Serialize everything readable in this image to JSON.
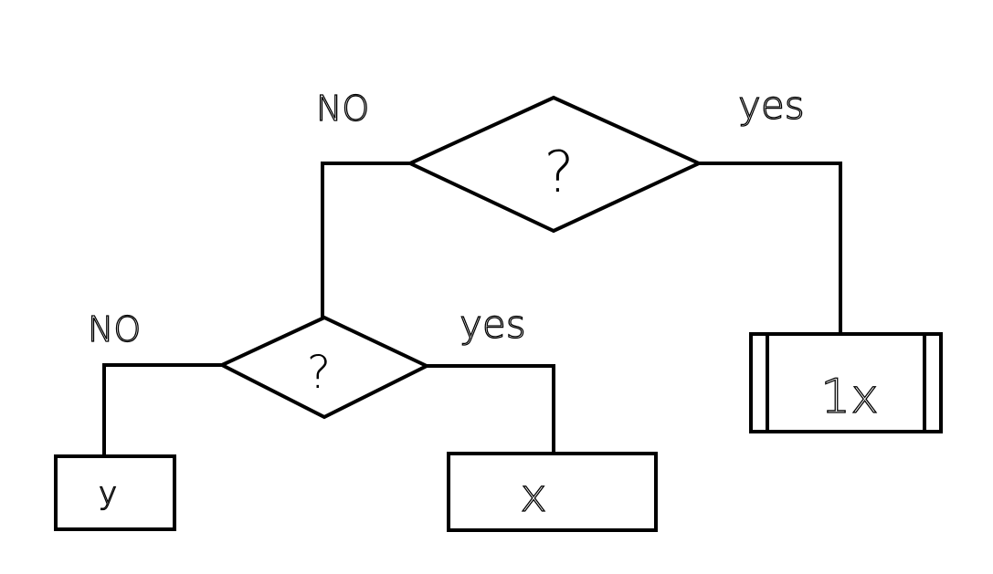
{
  "diagram": {
    "decision_top": {
      "label": "?"
    },
    "decision_left": {
      "label": "?"
    },
    "top_no_label": "NO",
    "top_yes_label": "yes",
    "left_no_label": "NO",
    "left_yes_label": "yes",
    "box_y": {
      "label": "y"
    },
    "box_x": {
      "label": "x"
    },
    "box_1x": {
      "label": "1x"
    }
  },
  "colors": {
    "stroke": "#000000",
    "background": "#ffffff"
  }
}
